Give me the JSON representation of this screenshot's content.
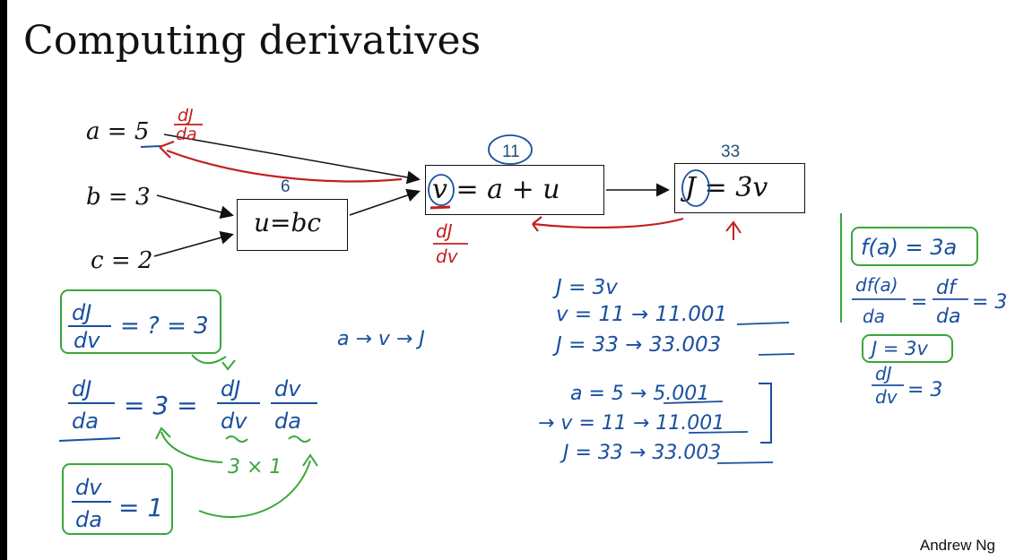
{
  "slide": {
    "title": "Computing derivatives",
    "footer": "Andrew Ng"
  },
  "graph": {
    "input_a": "a = 5",
    "input_b": "b = 3",
    "input_c": "c = 2",
    "node_u": "u=bc",
    "node_v": "v = a + u",
    "node_j": "J = 3v",
    "value_u": "6",
    "value_v": "11",
    "value_j": "33"
  },
  "annotations": {
    "red_dJ": "dJ",
    "red_da": "da",
    "red_dJ2": "dJ",
    "red_dv": "dv",
    "dJ_dv_eq": "= ? = 3",
    "chain": "a → v → J",
    "dJ_da_eq": "= 3 =",
    "three_times_one": "3 × 1",
    "dv_da_eq": "= 1",
    "mid_lines": [
      "J = 3v",
      "v = 11   → 11.001",
      "J = 33   → 33.003"
    ],
    "mid_lines2": [
      "a = 5  → 5.001",
      "→ v = 11 → 11.001",
      "J = 33 → 33.003"
    ],
    "right_fa": "f(a) = 3a",
    "right_dfa": "df(a)",
    "right_da": "da",
    "right_eq": "=",
    "right_df": "df",
    "right_da2": "da",
    "right_eq3": "= 3",
    "right_J3v": "J = 3v",
    "right_dJ": "dJ",
    "right_dv": "dv",
    "right_eq3b": "= 3",
    "frac_dJ": "dJ",
    "frac_dv": "dv",
    "frac_da": "da",
    "frac_dv2": "dv"
  },
  "colors": {
    "blue": "#1a4fa0",
    "red": "#c41e1e",
    "green": "#3aa63a",
    "value_blue": "#1f4e79"
  }
}
